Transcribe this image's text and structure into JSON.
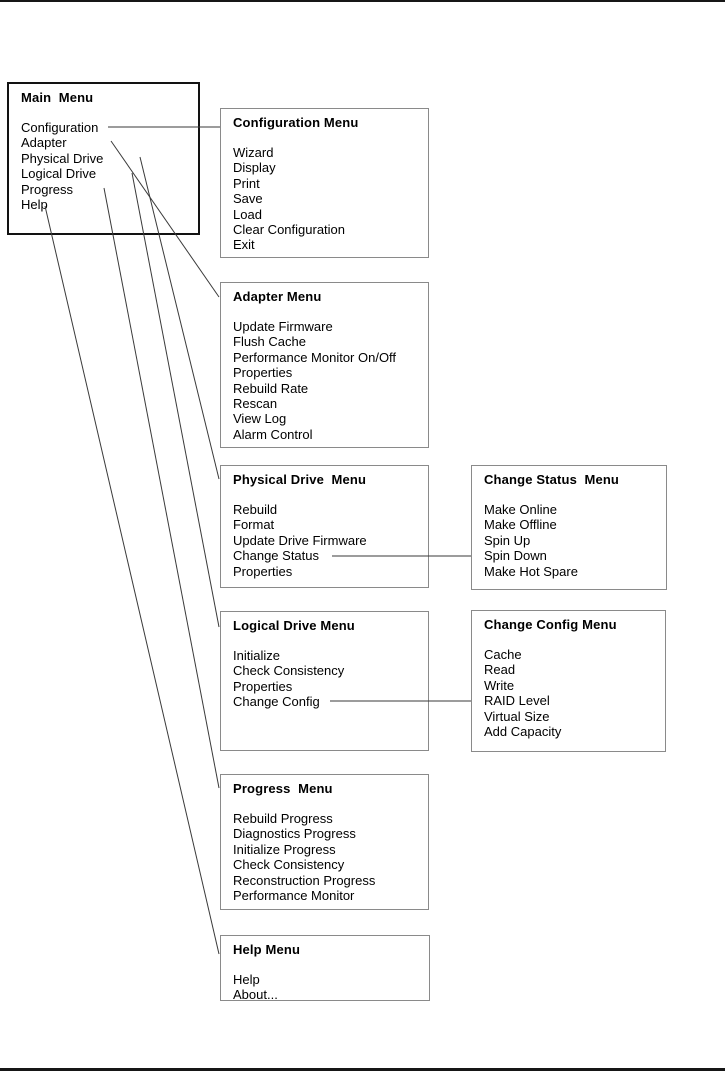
{
  "page": {
    "ink_color": "#000000",
    "line_color": "#3a3a3a",
    "sub_box_border_color": "#8a8a8a",
    "main_box_border_color": "#121212"
  },
  "menus": {
    "main": {
      "title": "Main  Menu",
      "items": [
        "Configuration",
        "Adapter",
        "Physical Drive",
        "Logical Drive",
        "Progress",
        "Help"
      ]
    },
    "configuration": {
      "title": "Configuration Menu",
      "items": [
        "Wizard",
        "Display",
        "Print",
        "Save",
        "Load",
        "Clear Configuration",
        "Exit"
      ]
    },
    "adapter": {
      "title": "Adapter Menu",
      "items": [
        "Update Firmware",
        "Flush Cache",
        "Performance Monitor On/Off",
        "Properties",
        "Rebuild Rate",
        "Rescan",
        "View Log",
        "Alarm Control"
      ]
    },
    "physical_drive": {
      "title": "Physical Drive  Menu",
      "items": [
        "Rebuild",
        "Format",
        "Update Drive Firmware",
        "Change Status",
        "Properties"
      ]
    },
    "change_status": {
      "title": "Change Status  Menu",
      "items": [
        "Make Online",
        "Make Offline",
        "Spin Up",
        "Spin Down",
        "Make Hot Spare"
      ]
    },
    "logical_drive": {
      "title": "Logical Drive Menu",
      "items": [
        "Initialize",
        "Check Consistency",
        "Properties",
        "Change Config"
      ]
    },
    "change_config": {
      "title": "Change Config Menu",
      "items": [
        "Cache",
        "Read",
        "Write",
        "RAID Level",
        "Virtual Size",
        "Add Capacity"
      ]
    },
    "progress": {
      "title": "Progress  Menu",
      "items": [
        "Rebuild Progress",
        "Diagnostics Progress",
        "Initialize Progress",
        "Check Consistency",
        "Reconstruction Progress",
        "Performance Monitor"
      ]
    },
    "help": {
      "title": "Help Menu",
      "items": [
        "Help",
        "About..."
      ]
    }
  },
  "connections": [
    {
      "from": "Main Menu: Configuration",
      "to": "Configuration Menu"
    },
    {
      "from": "Main Menu: Adapter",
      "to": "Adapter Menu"
    },
    {
      "from": "Main Menu: Physical Drive",
      "to": "Physical Drive Menu"
    },
    {
      "from": "Main Menu: Logical Drive",
      "to": "Logical Drive Menu"
    },
    {
      "from": "Main Menu: Progress",
      "to": "Progress Menu"
    },
    {
      "from": "Main Menu: Help",
      "to": "Help Menu"
    },
    {
      "from": "Physical Drive Menu: Change Status",
      "to": "Change Status Menu"
    },
    {
      "from": "Logical Drive Menu: Change Config",
      "to": "Change Config Menu"
    }
  ]
}
